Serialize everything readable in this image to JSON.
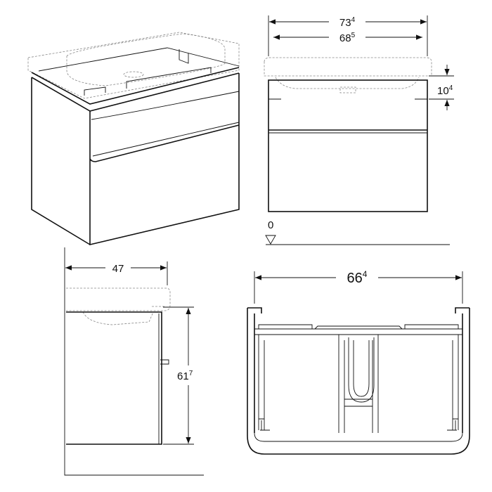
{
  "dimensions": {
    "width_outer": {
      "main": "73",
      "sup": "4"
    },
    "width_inner": {
      "main": "68",
      "sup": "5"
    },
    "top_height": {
      "main": "10",
      "sup": "4"
    },
    "depth": {
      "main": "47",
      "sup": ""
    },
    "body_height": {
      "main": "61",
      "sup": "7"
    },
    "inner_width": {
      "main": "66",
      "sup": "4"
    },
    "floor_mark": "0"
  }
}
